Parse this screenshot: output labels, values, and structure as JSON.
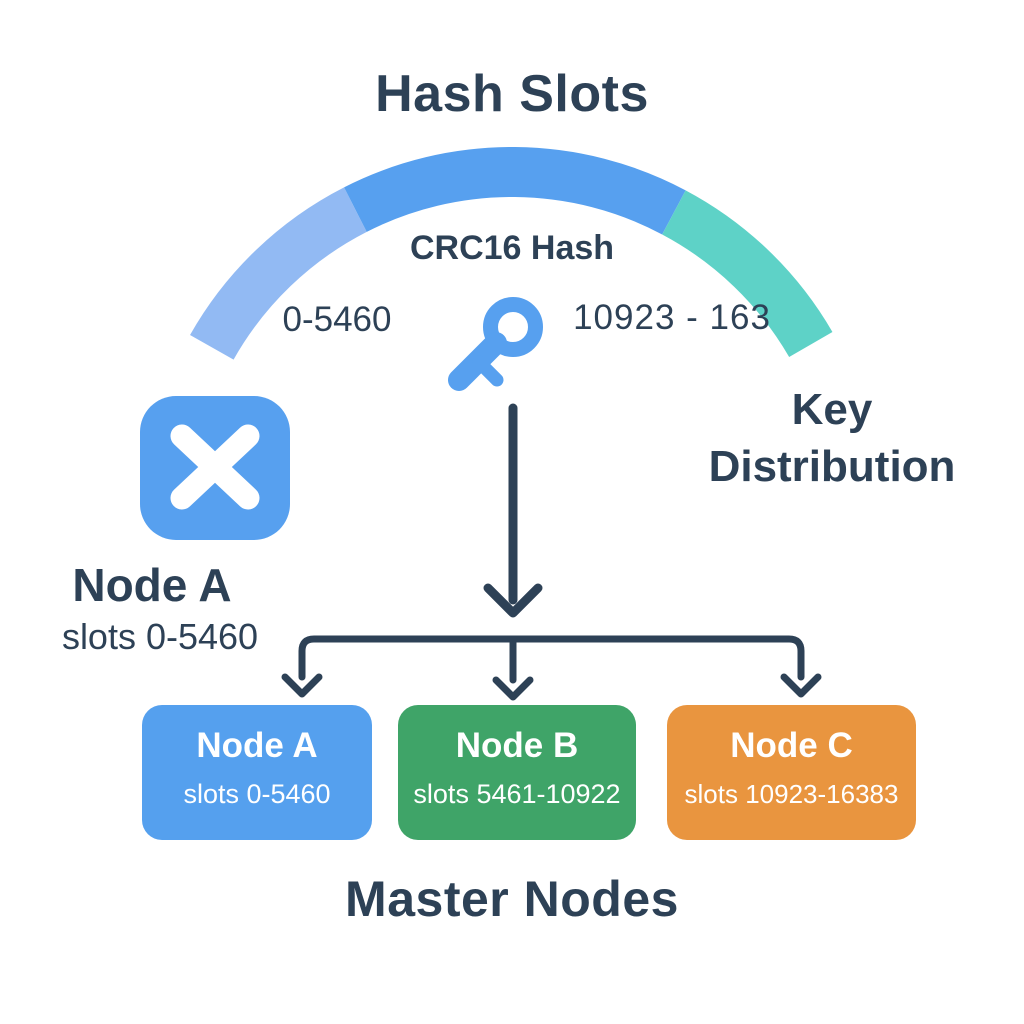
{
  "title": "Hash Slots",
  "colors": {
    "navy": "#2d4156",
    "blue": "#57a0ef",
    "blue-box": "#55a0ee",
    "light-blue": "#92baf3",
    "teal": "#5ed2c7",
    "green": "#3fa468",
    "orange": "#e9953f"
  },
  "gauge": {
    "crc_label": "CRC16 Hash",
    "left_range": "0-5460",
    "right_range": "10923 - 163",
    "segments": [
      {
        "name": "node-a-range",
        "color": "light-blue"
      },
      {
        "name": "node-b-range",
        "color": "blue"
      },
      {
        "name": "node-c-range",
        "color": "teal"
      }
    ]
  },
  "key_distribution_label": "Key Distribution",
  "node_a_callout": {
    "title": "Node A",
    "slots": "slots 0-5460"
  },
  "master_nodes": {
    "label": "Master Nodes",
    "nodes": [
      {
        "title": "Node A",
        "slots": "slots 0-5460"
      },
      {
        "title": "Node B",
        "slots": "slots 5461-10922"
      },
      {
        "title": "Node C",
        "slots": "slots 10923-16383"
      }
    ]
  }
}
